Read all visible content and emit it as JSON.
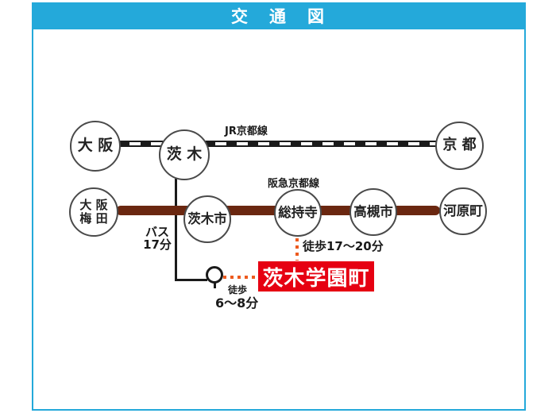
{
  "header": {
    "title": "交　通　図"
  },
  "colors": {
    "accent_cyan": "#24A9DA",
    "hankyu_brown": "#6A2710",
    "destination_red": "#E60012",
    "walk_orange": "#ED5A1E",
    "line_black": "#1a1a1a"
  },
  "jr": {
    "line_label": "JR京都線",
    "stations": [
      {
        "name": "大 阪"
      },
      {
        "name": "茨 木"
      },
      {
        "name": "京 都"
      }
    ]
  },
  "hankyu": {
    "line_label": "阪急京都線",
    "stations": [
      {
        "line1": "大 阪",
        "line2": "梅 田"
      },
      {
        "name": "茨木市"
      },
      {
        "name": "総持寺"
      },
      {
        "name": "高槻市"
      },
      {
        "name": "河原町"
      }
    ]
  },
  "bus": {
    "line1": "バス",
    "line2": "17分"
  },
  "walks": {
    "from_sojiji": "徒歩17～20分",
    "from_bus_line1": "徒歩",
    "from_bus_line2": "6～8分"
  },
  "destination": {
    "name": "茨木学園町"
  }
}
